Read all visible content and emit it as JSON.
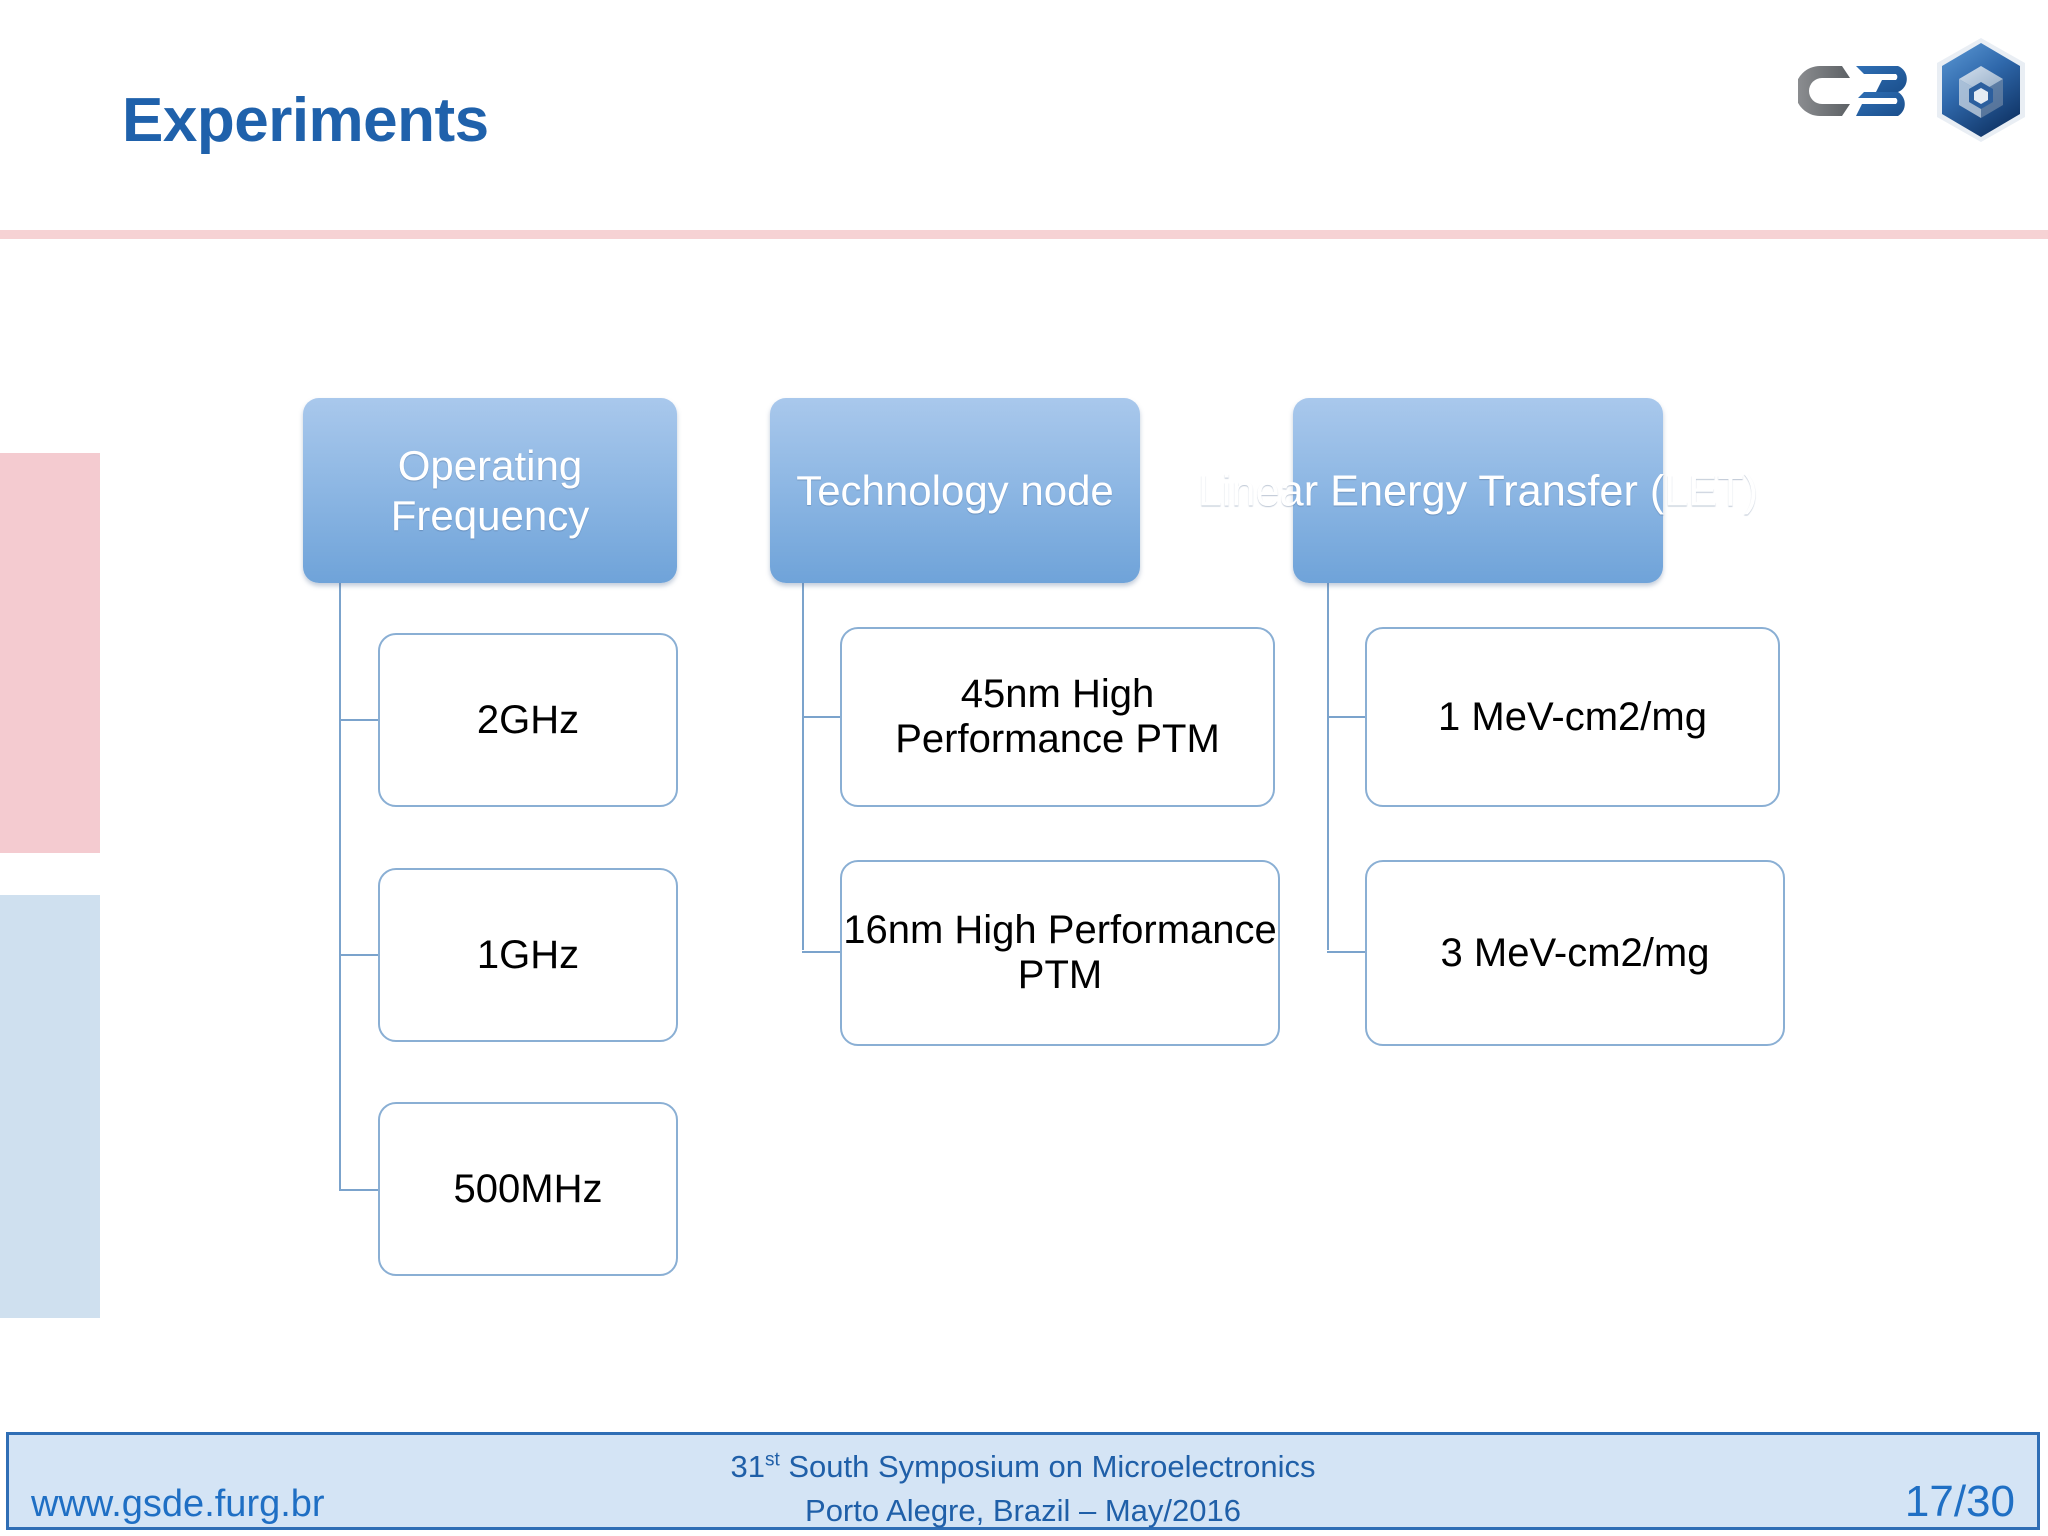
{
  "slide": {
    "title": "Experiments",
    "title_color": "#1f61ab",
    "accent_rule_color": "#f6d2d4",
    "background": "#ffffff"
  },
  "logo": {
    "wordmark": "C3",
    "icon_name": "hex-cube-icon"
  },
  "decorations": [
    {
      "name": "left-block-pink",
      "color": "#f4cbd0"
    },
    {
      "name": "left-block-blue",
      "color": "#cfe0ef"
    }
  ],
  "diagram": {
    "type": "tree",
    "header_fill_top": "#a9c8ec",
    "header_fill_bottom": "#6fa3d9",
    "child_border": "#8aafd4",
    "columns": [
      {
        "id": "operating-frequency",
        "header": "Operating Frequency",
        "header_lines": [
          "Operating",
          "Frequency"
        ],
        "children": [
          "2GHz",
          "1GHz",
          "500MHz"
        ]
      },
      {
        "id": "technology-node",
        "header": "Technology node",
        "header_lines": [
          "Technology",
          "node"
        ],
        "children": [
          "45nm High Performance PTM",
          "16nm High Performance PTM"
        ]
      },
      {
        "id": "linear-energy-transfer",
        "header": "Linear Energy Transfer (LET)",
        "header_lines": [
          "Linear Energy",
          "Transfer (LET)"
        ],
        "children": [
          "1 MeV-cm2/mg",
          "3 MeV-cm2/mg"
        ]
      }
    ]
  },
  "footer": {
    "website": "www.gsde.furg.br",
    "event_prefix": "31",
    "event_ordinal": "st",
    "event_name": " South Symposium on Microelectronics",
    "event_location": "Porto Alegre, Brazil – May/2016",
    "page": "17/30",
    "background": "#d4e4f5",
    "border_color": "#2f6eb5"
  }
}
